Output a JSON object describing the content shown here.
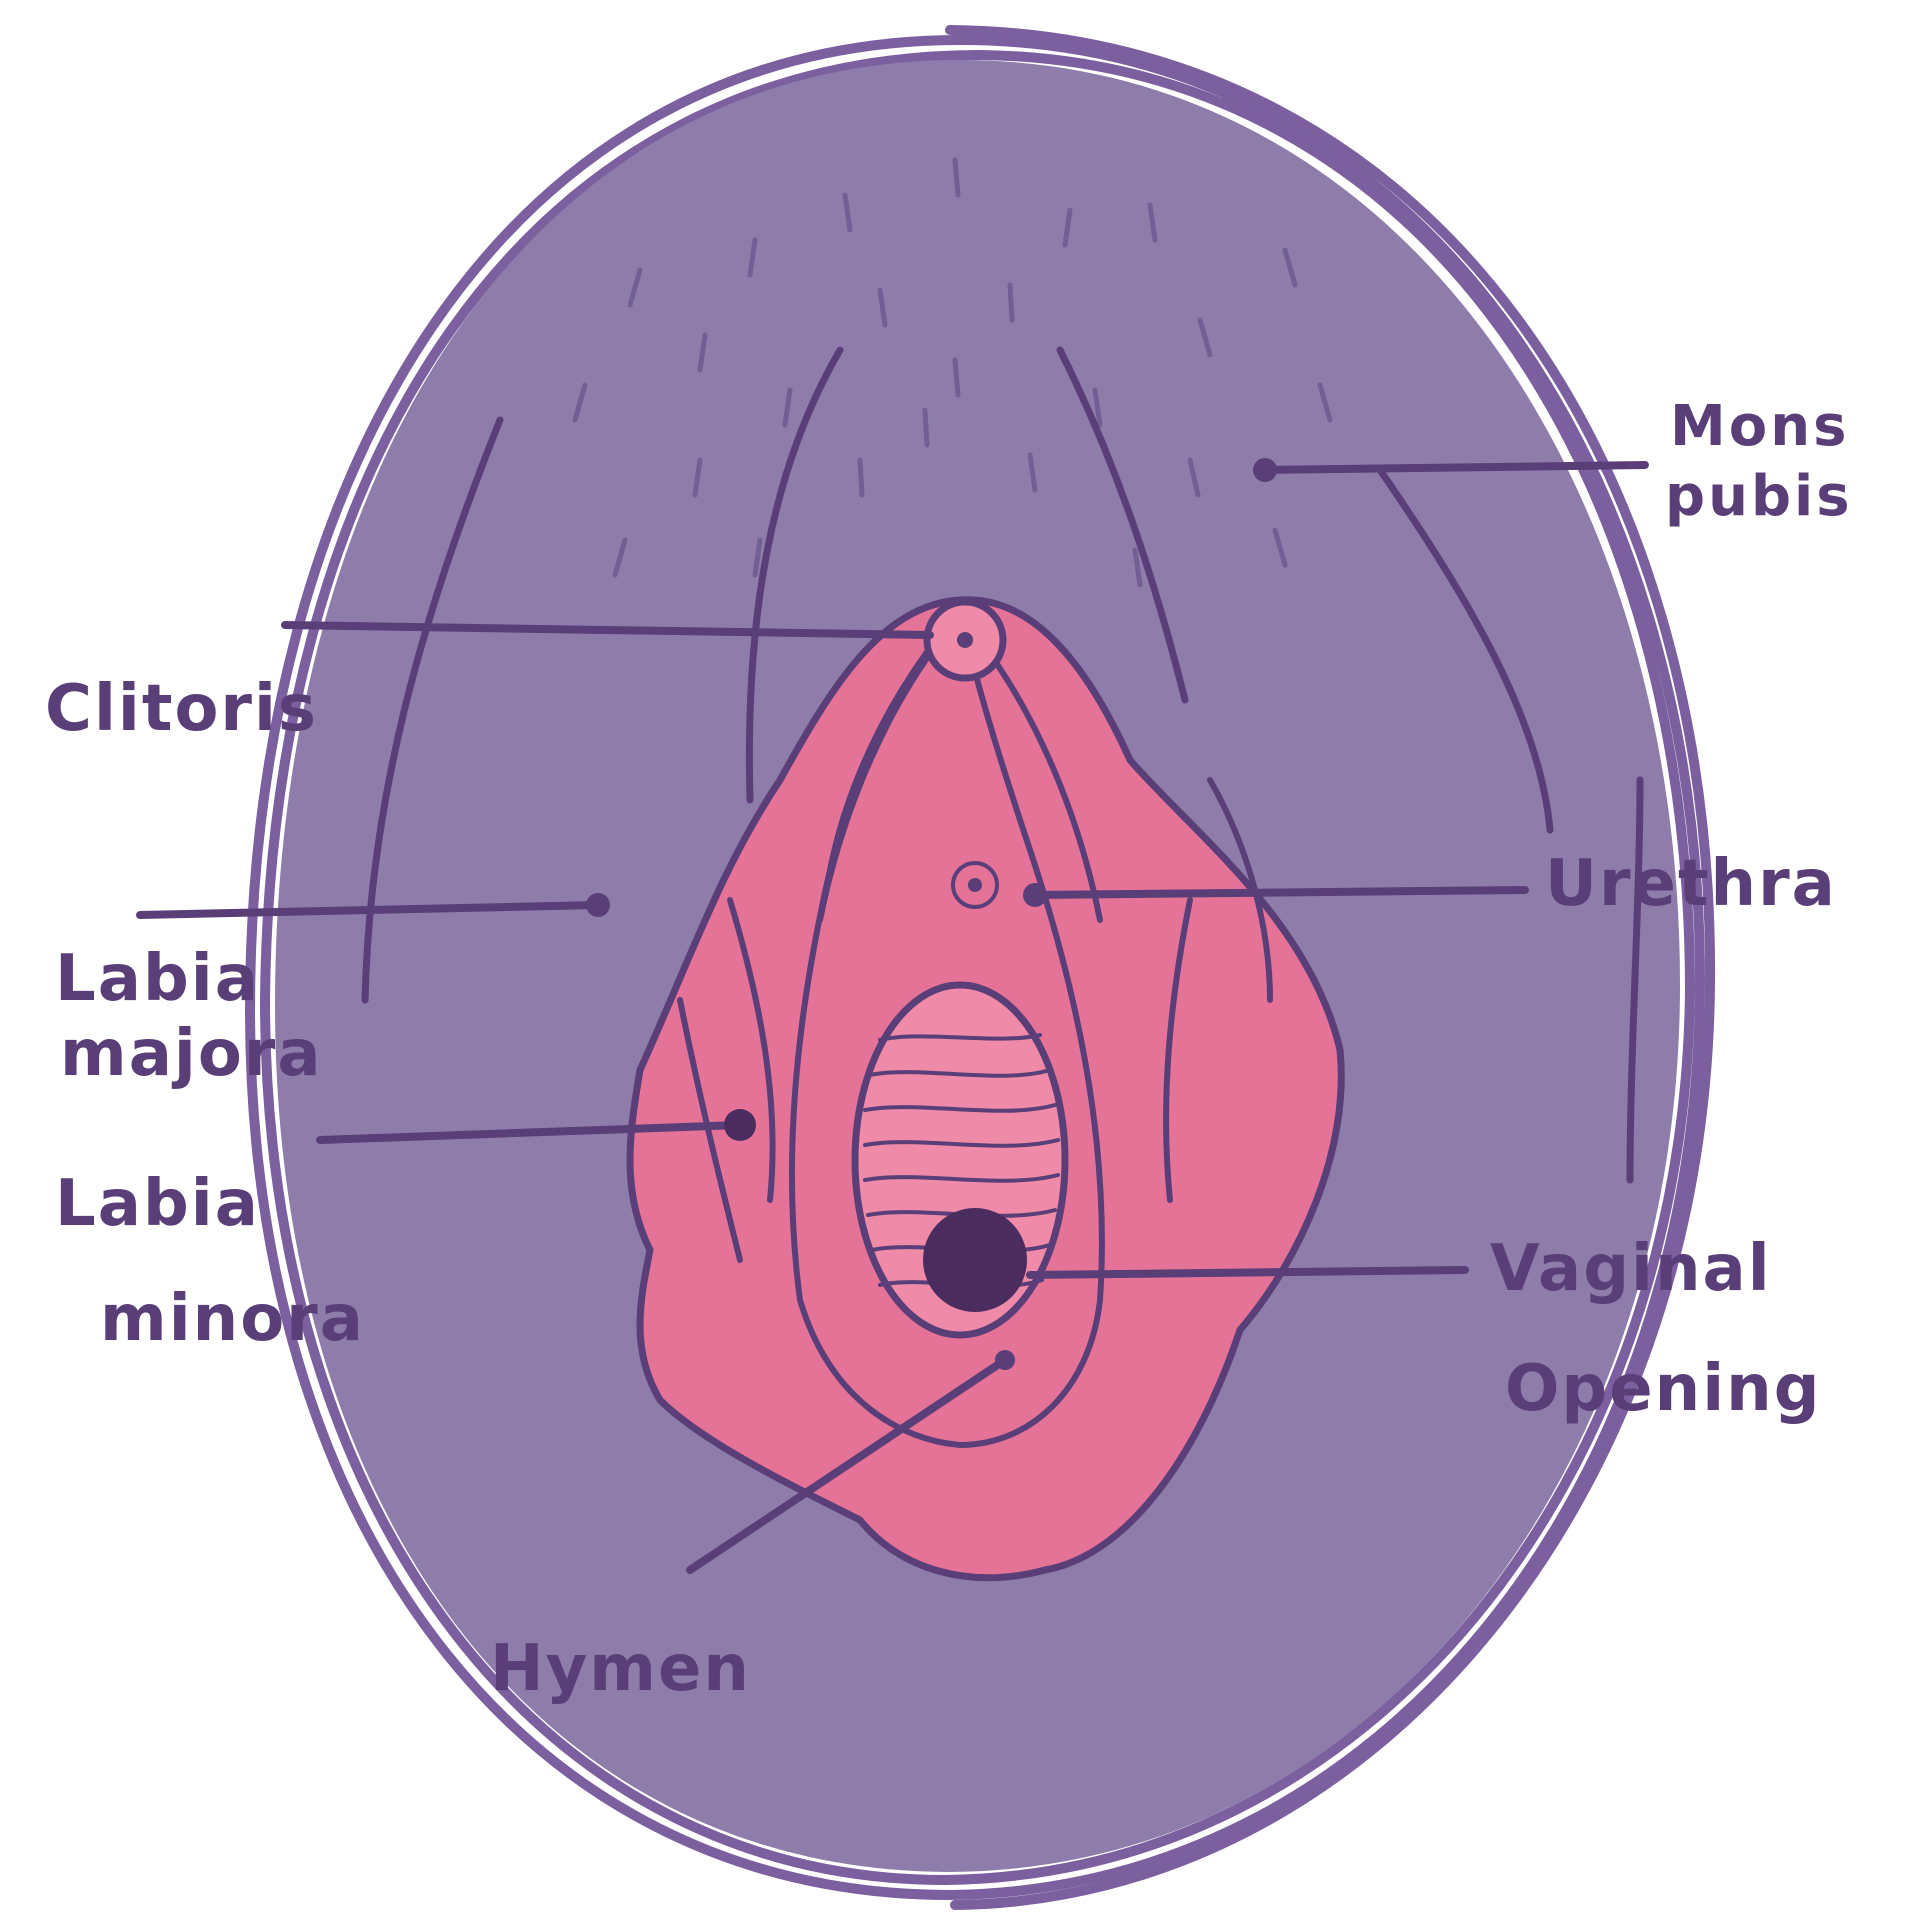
{
  "labels": {
    "mons_pubis_line1": "Mons",
    "mons_pubis_line2": "pubis",
    "clitoris": "Clitoris",
    "urethra": "Urethra",
    "labia_majora_line1": "Labia",
    "labia_majora_line2": "majora",
    "labia_minora_line1": "Labia",
    "labia_minora_line2": "minora",
    "vaginal_opening_line1": "Vaginal",
    "vaginal_opening_line2": "Opening",
    "hymen": "Hymen"
  },
  "colors": {
    "background": "#ffffff",
    "outer_fill": "#8e7dab",
    "outer_stroke": "#7b5f9e",
    "inner_pink": "#e57398",
    "inner_light_pink": "#ef8aa8",
    "line_dark": "#5a3e78",
    "opening_dark": "#4a2c5f",
    "text": "#5a3e78"
  }
}
